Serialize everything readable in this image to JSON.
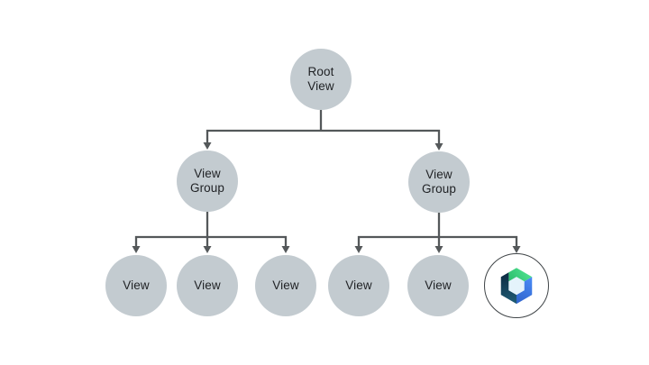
{
  "colors": {
    "background": "#FFFFFF",
    "node_fill": "#C3CBD0",
    "connector": "#54585A",
    "text": "#1F2124",
    "compose_circle_border": "#3F4447",
    "compose_green_light": "#4BDE8C",
    "compose_green_dark": "#2BBC6C",
    "compose_blue_light": "#4A8CF7",
    "compose_blue_dark": "#3064CC",
    "compose_navy_light": "#1E5972",
    "compose_navy_dark": "#0B2940",
    "compose_center": "#E4F3FB"
  },
  "diagram": {
    "type": "tree",
    "description": "View hierarchy tree with Jetpack Compose node",
    "nodes": [
      {
        "id": "root",
        "label": "Root\nView"
      },
      {
        "id": "vg-left",
        "label": "View\nGroup"
      },
      {
        "id": "vg-right",
        "label": "View\nGroup"
      },
      {
        "id": "v1",
        "label": "View"
      },
      {
        "id": "v2",
        "label": "View"
      },
      {
        "id": "v3",
        "label": "View"
      },
      {
        "id": "v4",
        "label": "View"
      },
      {
        "id": "v5",
        "label": "View"
      },
      {
        "id": "compose",
        "label": "",
        "icon": "jetpack-compose-logo"
      }
    ],
    "edges": [
      [
        "root",
        "vg-left"
      ],
      [
        "root",
        "vg-right"
      ],
      [
        "vg-left",
        "v1"
      ],
      [
        "vg-left",
        "v2"
      ],
      [
        "vg-left",
        "v3"
      ],
      [
        "vg-right",
        "v4"
      ],
      [
        "vg-right",
        "v5"
      ],
      [
        "vg-right",
        "compose"
      ]
    ]
  }
}
